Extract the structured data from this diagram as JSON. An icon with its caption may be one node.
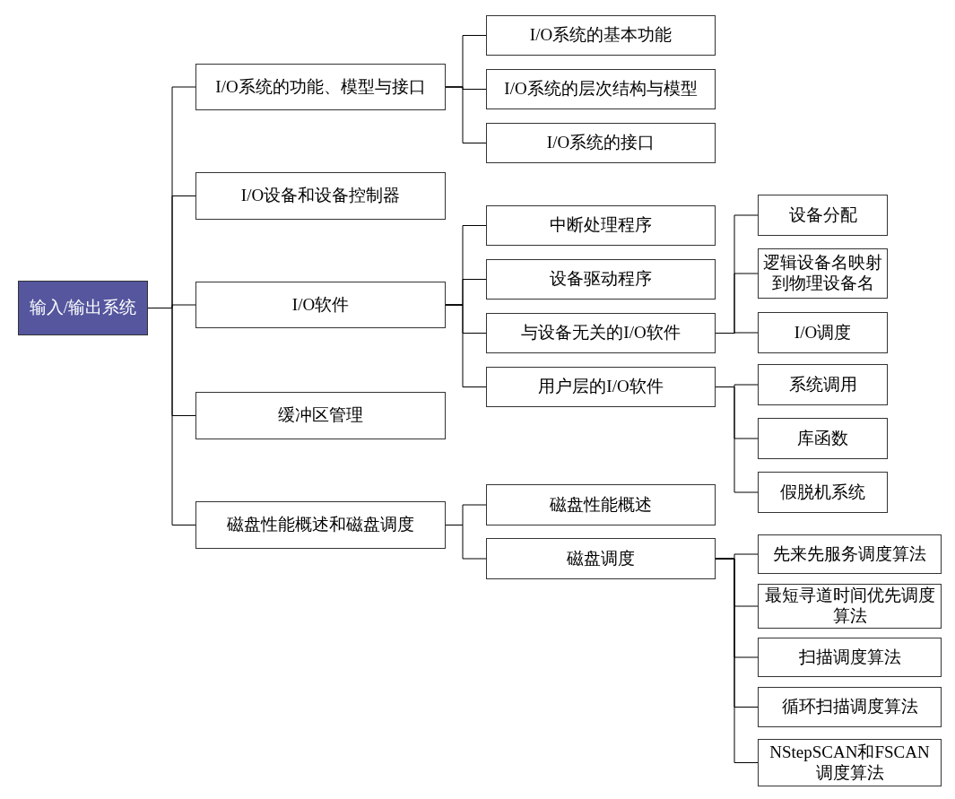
{
  "diagram": {
    "nodes": [
      {
        "text": [
          "输入/输出系统"
        ]
      },
      {
        "text": [
          "I/O系统的功能、模型与接口"
        ]
      },
      {
        "text": [
          "I/O系统的基本功能"
        ]
      },
      {
        "text": [
          "I/O系统的层次结构与模型"
        ]
      },
      {
        "text": [
          "I/O系统的接口"
        ]
      },
      {
        "text": [
          "I/O设备和设备控制器"
        ]
      },
      {
        "text": [
          "I/O软件"
        ]
      },
      {
        "text": [
          "中断处理程序"
        ]
      },
      {
        "text": [
          "设备驱动程序"
        ]
      },
      {
        "text": [
          "与设备无关的I/O软件"
        ]
      },
      {
        "text": [
          "设备分配"
        ]
      },
      {
        "text": [
          "逻辑设备名映射到物理设备名"
        ]
      },
      {
        "text": [
          "I/O调度"
        ]
      },
      {
        "text": [
          "用户层的I/O软件"
        ]
      },
      {
        "text": [
          "系统调用"
        ]
      },
      {
        "text": [
          "库函数"
        ]
      },
      {
        "text": [
          "假脱机系统"
        ]
      },
      {
        "text": [
          "缓冲区管理"
        ]
      },
      {
        "text": [
          "磁盘性能概述和磁盘调度"
        ]
      },
      {
        "text": [
          "磁盘性能概述"
        ]
      },
      {
        "text": [
          "磁盘调度"
        ]
      },
      {
        "text": [
          "先来先服务调度算法"
        ]
      },
      {
        "text": [
          "最短寻道时间优先调度算法"
        ]
      },
      {
        "text": [
          "扫描调度算法"
        ]
      },
      {
        "text": [
          "循环扫描调度算法"
        ]
      },
      {
        "text": [
          "NStepSCAN和FSCAN调度算法"
        ]
      }
    ],
    "edges": [
      {
        "from": 0,
        "to": 1,
        "arrow": "none"
      },
      {
        "from": 0,
        "to": 5,
        "arrow": "none"
      },
      {
        "from": 0,
        "to": 6,
        "arrow": "none"
      },
      {
        "from": 0,
        "to": 17,
        "arrow": "none"
      },
      {
        "from": 0,
        "to": 18,
        "arrow": "none"
      },
      {
        "from": 1,
        "to": 2,
        "arrow": "none"
      },
      {
        "from": 1,
        "to": 3,
        "arrow": "none"
      },
      {
        "from": 1,
        "to": 4,
        "arrow": "none"
      },
      {
        "from": 6,
        "to": 7,
        "arrow": "none"
      },
      {
        "from": 6,
        "to": 8,
        "arrow": "none"
      },
      {
        "from": 6,
        "to": 9,
        "arrow": "none"
      },
      {
        "from": 6,
        "to": 13,
        "arrow": "none"
      },
      {
        "from": 9,
        "to": 10,
        "arrow": "none"
      },
      {
        "from": 9,
        "to": 11,
        "arrow": "none"
      },
      {
        "from": 9,
        "to": 12,
        "arrow": "none"
      },
      {
        "from": 13,
        "to": 14,
        "arrow": "none"
      },
      {
        "from": 13,
        "to": 15,
        "arrow": "none"
      },
      {
        "from": 13,
        "to": 16,
        "arrow": "none"
      },
      {
        "from": 18,
        "to": 19,
        "arrow": "none"
      },
      {
        "from": 18,
        "to": 20,
        "arrow": "none"
      },
      {
        "from": 20,
        "to": 21,
        "arrow": "none"
      },
      {
        "from": 20,
        "to": 22,
        "arrow": "none"
      },
      {
        "from": 20,
        "to": 23,
        "arrow": "none"
      },
      {
        "from": 20,
        "to": 24,
        "arrow": "none"
      },
      {
        "from": 20,
        "to": 25,
        "arrow": "none"
      }
    ]
  }
}
